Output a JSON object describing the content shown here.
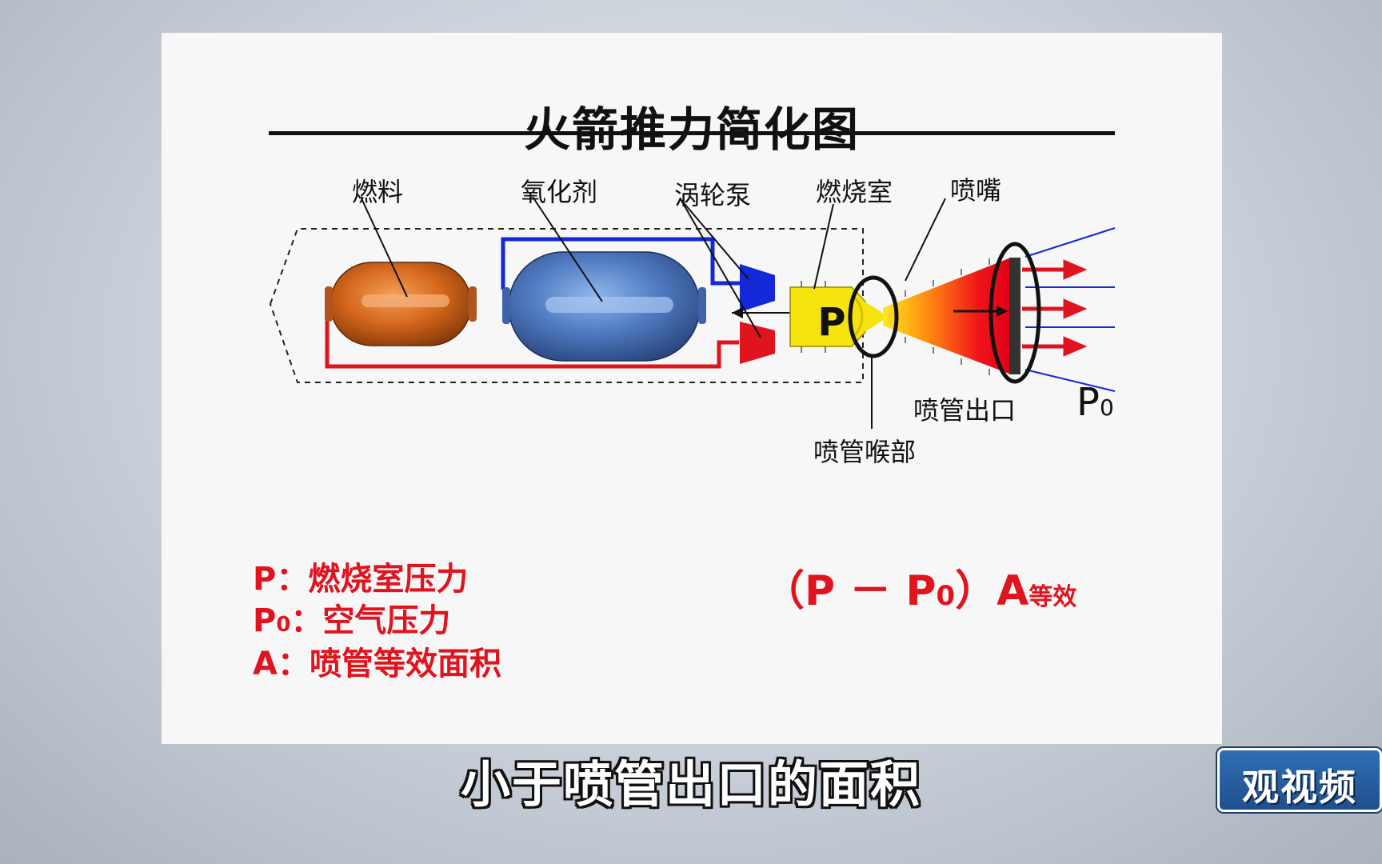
{
  "title": "火箭推力简化图",
  "labels": {
    "fuel": "燃料",
    "oxidizer": "氧化剂",
    "turbopump": "涡轮泵",
    "combustion_chamber": "燃烧室",
    "nozzle": "喷嘴",
    "nozzle_exit": "喷管出口",
    "nozzle_throat": "喷管喉部",
    "chamber_pressure_symbol": "P",
    "ambient_pressure_symbol": "P",
    "ambient_pressure_sub": "0"
  },
  "legend": [
    {
      "symbol": "P",
      "sub": "",
      "text": "：燃烧室压力"
    },
    {
      "symbol": "P",
      "sub": "0",
      "text": "：空气压力"
    },
    {
      "symbol": "A",
      "sub": "",
      "text": "：喷管等效面积"
    }
  ],
  "formula": {
    "open": "（P － P",
    "sub": "0",
    "close": "）A",
    "subscript": "等效"
  },
  "subtitle": "小于喷管出口的面积",
  "logo": "观视频",
  "colors": {
    "fuel_line": "#e0141e",
    "oxidizer_line": "#1428d8",
    "chamber": "#f4e30c",
    "legend_text": "#e0141e"
  }
}
